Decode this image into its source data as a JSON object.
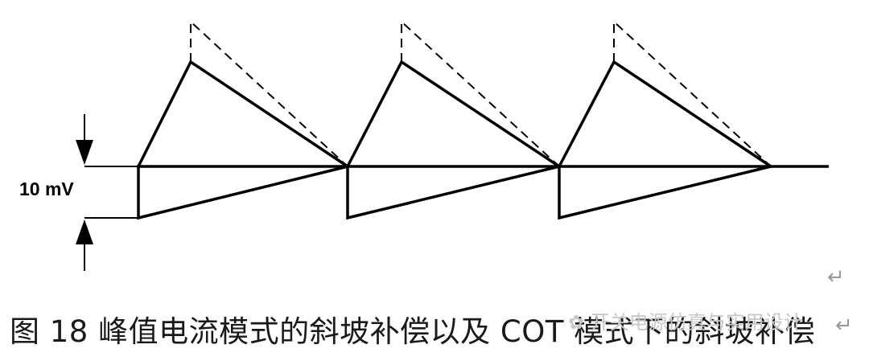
{
  "diagram": {
    "amplitude_label": "10 mV",
    "caption": "图 18  峰值电流模式的斜坡补偿以及 COT 模式下的斜坡补偿",
    "watermark": "开关电源仿真与实用设计",
    "paragraph_mark": "↵"
  },
  "colors": {
    "line": "#000000",
    "caption_text": "#1a1a1a",
    "watermark": "#c8c8c8"
  }
}
